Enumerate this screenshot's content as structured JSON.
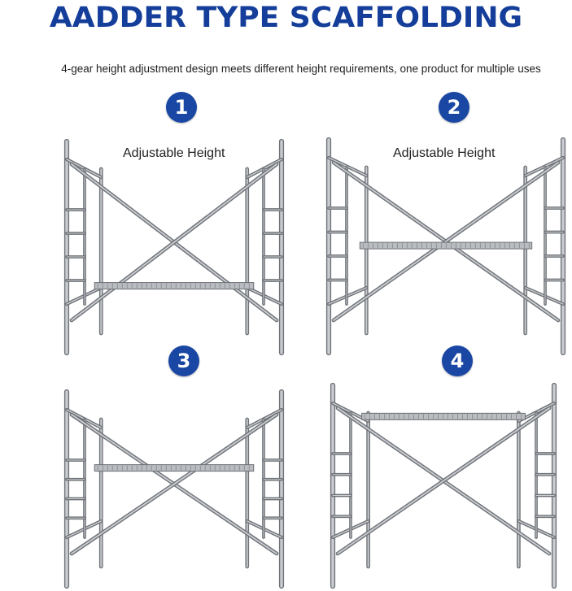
{
  "title": "AADDER TYPE SCAFFOLDING",
  "subtitle": "4-gear height adjustment design meets different height requirements, one product for multiple uses",
  "panels": [
    {
      "number": "1",
      "label": "Adjustable Height",
      "platform_level": 0.18
    },
    {
      "number": "2",
      "label": "Adjustable Height",
      "platform_level": 0.45
    },
    {
      "number": "3",
      "label": "",
      "platform_level": 0.6
    },
    {
      "number": "4",
      "label": "",
      "platform_level": 0.95
    }
  ],
  "colors": {
    "brand": "#143e9a",
    "badge": "#1947a3",
    "steel": "#8a8d92"
  }
}
